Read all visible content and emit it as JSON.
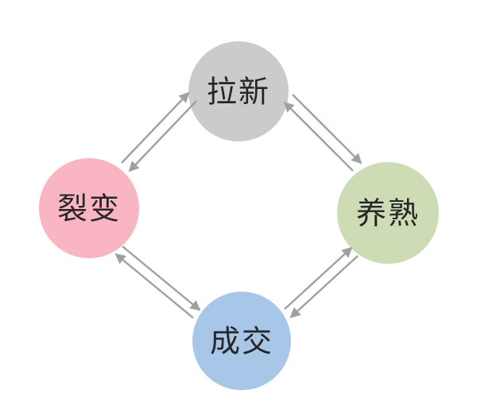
{
  "diagram": {
    "background_color": "#ffffff",
    "arrow_color": "#a0a0a0",
    "text_color": "#262626",
    "nodes": [
      {
        "label": "拉新",
        "position": "top",
        "color": "#cbcbcb"
      },
      {
        "label": "裂变",
        "position": "left",
        "color": "#f9b6c2"
      },
      {
        "label": "养熟",
        "position": "right",
        "color": "#cddcb5"
      },
      {
        "label": "成交",
        "position": "bottom",
        "color": "#a8c6e8"
      }
    ],
    "edges": [
      {
        "from": "裂变",
        "to": "拉新"
      },
      {
        "from": "拉新",
        "to": "裂变"
      },
      {
        "from": "拉新",
        "to": "养熟"
      },
      {
        "from": "养熟",
        "to": "拉新"
      },
      {
        "from": "裂变",
        "to": "成交"
      },
      {
        "from": "成交",
        "to": "裂变"
      },
      {
        "from": "成交",
        "to": "养熟"
      },
      {
        "from": "养熟",
        "to": "成交"
      }
    ]
  }
}
